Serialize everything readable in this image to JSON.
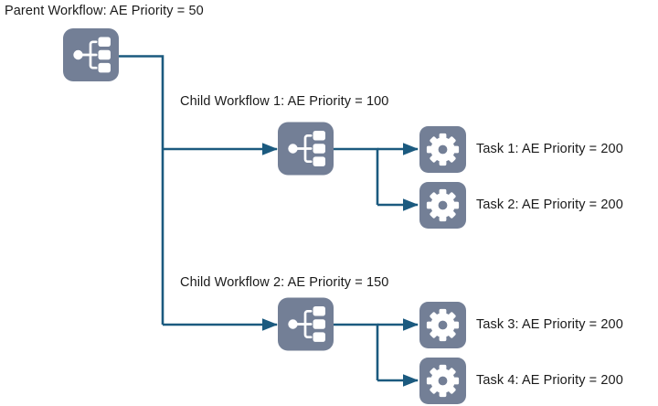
{
  "diagram": {
    "type": "workflow-hierarchy-tree",
    "colors": {
      "icon_tile": "#737f96",
      "icon_glyph": "#ffffff",
      "connector": "#1b5a7f",
      "text": "#1a1a1a",
      "background": "#ffffff"
    },
    "title": "Parent Workflow: AE Priority = 50",
    "nodes": [
      {
        "id": "parent-workflow",
        "icon": "workflow-icon",
        "label": "Parent Workflow: AE Priority = 50",
        "priority": "50",
        "level": 0
      },
      {
        "id": "child-workflow-1",
        "icon": "workflow-icon",
        "label": "Child Workflow 1: AE Priority = 100",
        "priority": "100",
        "level": 1
      },
      {
        "id": "child-workflow-2",
        "icon": "workflow-icon",
        "label": "Child Workflow 2: AE Priority = 150",
        "priority": "150",
        "level": 1
      },
      {
        "id": "task-1",
        "icon": "gear-icon",
        "label": "Task 1: AE Priority = 200",
        "priority": "200",
        "level": 2,
        "parent": "child-workflow-1"
      },
      {
        "id": "task-2",
        "icon": "gear-icon",
        "label": "Task 2: AE Priority = 200",
        "priority": "200",
        "level": 2,
        "parent": "child-workflow-1"
      },
      {
        "id": "task-3",
        "icon": "gear-icon",
        "label": "Task 3: AE Priority = 200",
        "priority": "200",
        "level": 2,
        "parent": "child-workflow-2"
      },
      {
        "id": "task-4",
        "icon": "gear-icon",
        "label": "Task 4: AE Priority = 200",
        "priority": "200",
        "level": 2,
        "parent": "child-workflow-2"
      }
    ],
    "edges": [
      {
        "from": "parent-workflow",
        "to": "child-workflow-1"
      },
      {
        "from": "parent-workflow",
        "to": "child-workflow-2"
      },
      {
        "from": "child-workflow-1",
        "to": "task-1"
      },
      {
        "from": "child-workflow-1",
        "to": "task-2"
      },
      {
        "from": "child-workflow-2",
        "to": "task-3"
      },
      {
        "from": "child-workflow-2",
        "to": "task-4"
      }
    ]
  }
}
